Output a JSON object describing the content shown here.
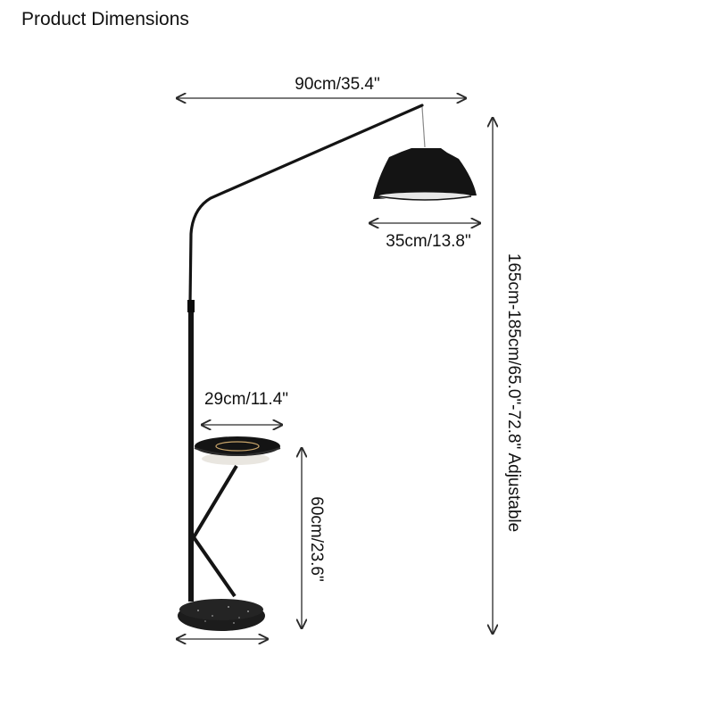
{
  "title": "Product Dimensions",
  "dimensions": {
    "arm_span": "90cm/35.4\"",
    "shade_width": "35cm/13.8\"",
    "table_width": "29cm/11.4\"",
    "table_height": "60cm/23.6\"",
    "total_height": "165cm-185cm/65.0\"-72.8\" Adjustable"
  },
  "colors": {
    "lamp_body": "#141414",
    "shade_inner": "#e8e8e8",
    "base_marble": "#1c1c1c",
    "charger_ring": "#c9a56a"
  }
}
